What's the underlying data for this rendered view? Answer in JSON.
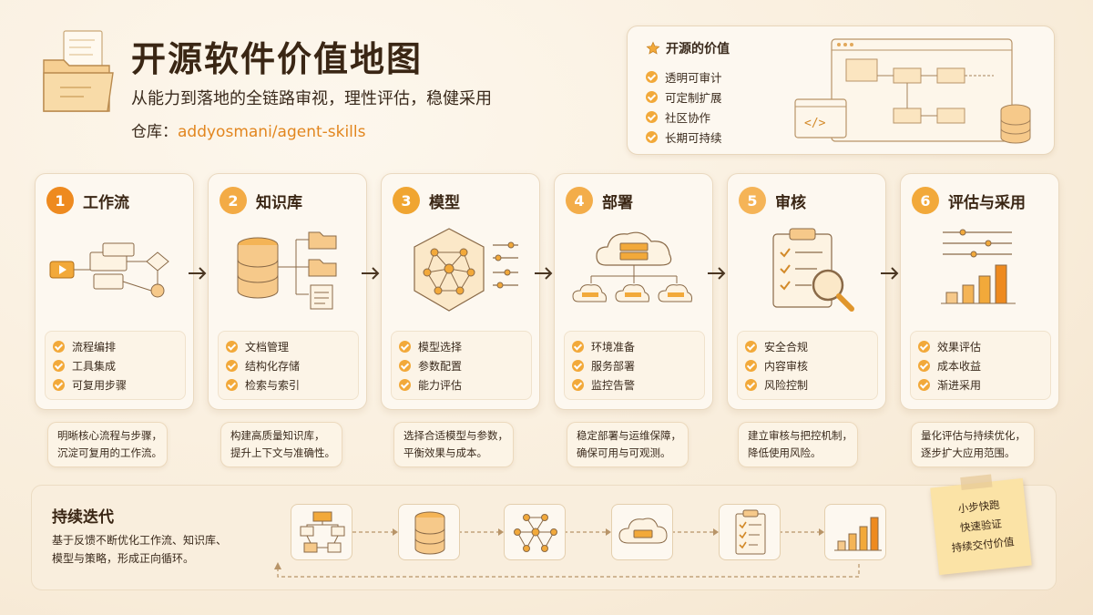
{
  "header": {
    "title": "开源软件价值地图",
    "subtitle": "从能力到落地的全链路审视，理性评估，稳健采用",
    "repo_label": "仓库：",
    "repo_name": "addyosmani/agent-skills"
  },
  "value_card": {
    "title": "开源的价值",
    "items": [
      "透明可审计",
      "可定制扩展",
      "社区协作",
      "长期可持续"
    ]
  },
  "steps": [
    {
      "num": "1",
      "title": "工作流",
      "points": [
        "流程编排",
        "工具集成",
        "可复用步骤"
      ],
      "desc": [
        "明晰核心流程与步骤，",
        "沉淀可复用的工作流。"
      ]
    },
    {
      "num": "2",
      "title": "知识库",
      "points": [
        "文档管理",
        "结构化存储",
        "检索与索引"
      ],
      "desc": [
        "构建高质量知识库，",
        "提升上下文与准确性。"
      ]
    },
    {
      "num": "3",
      "title": "模型",
      "points": [
        "模型选择",
        "参数配置",
        "能力评估"
      ],
      "desc": [
        "选择合适模型与参数，",
        "平衡效果与成本。"
      ]
    },
    {
      "num": "4",
      "title": "部署",
      "points": [
        "环境准备",
        "服务部署",
        "监控告警"
      ],
      "desc": [
        "稳定部署与运维保障，",
        "确保可用与可观测。"
      ]
    },
    {
      "num": "5",
      "title": "审核",
      "points": [
        "安全合规",
        "内容审核",
        "风险控制"
      ],
      "desc": [
        "建立审核与把控机制，",
        "降低使用风险。"
      ]
    },
    {
      "num": "6",
      "title": "评估与采用",
      "points": [
        "效果评估",
        "成本收益",
        "渐进采用"
      ],
      "desc": [
        "量化评估与持续优化，",
        "逐步扩大应用范围。"
      ]
    }
  ],
  "iteration": {
    "title": "持续迭代",
    "desc": [
      "基于反馈不断优化工作流、知识库、",
      "模型与策略，形成正向循环。"
    ]
  },
  "sticky_note": {
    "lines": [
      "小步快跑",
      "快速验证",
      "持续交付价值"
    ]
  },
  "colors": {
    "accent": "#f2a93a",
    "step_badges": [
      "#ee8a1f",
      "#f3ab45",
      "#f0a531",
      "#f3ad4a",
      "#f5b457",
      "#f2a93a"
    ]
  }
}
